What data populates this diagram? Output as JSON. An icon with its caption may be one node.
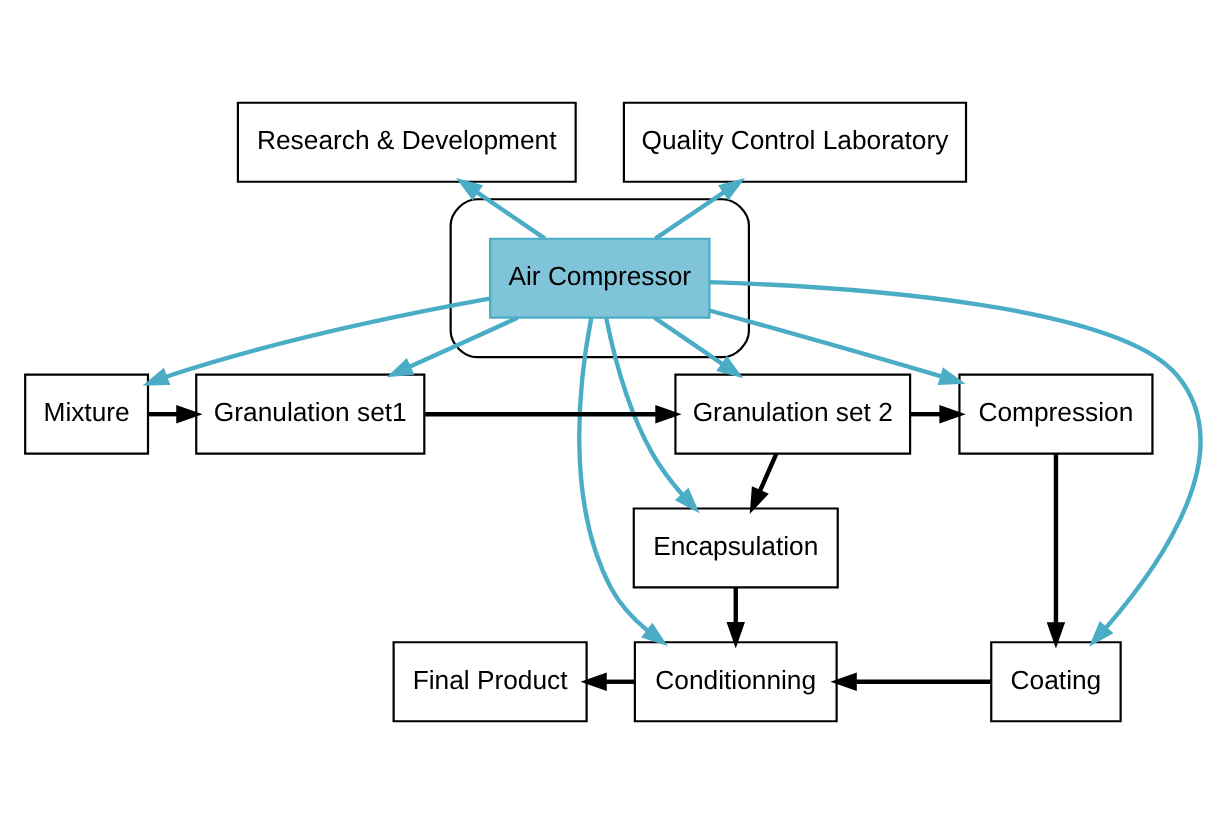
{
  "diagram": {
    "nodes": [
      {
        "text": [
          "Research & Development"
        ]
      },
      {
        "text": [
          "Quality Control Laboratory"
        ]
      },
      {
        "text": [],
        "shape": "ellipse"
      },
      {
        "text": [
          "Air Compressor"
        ],
        "in": 2
      },
      {
        "text": [
          "Mixture"
        ]
      },
      {
        "text": [
          "Granulation set1"
        ]
      },
      {
        "text": [
          "Granulation set 2"
        ]
      },
      {
        "text": [
          "Compression"
        ]
      },
      {
        "text": [
          "Encapsulation"
        ]
      },
      {
        "text": [
          "Final Product"
        ]
      },
      {
        "text": [
          "Conditionning"
        ]
      },
      {
        "text": [
          "Coating"
        ]
      }
    ],
    "edges": [
      {
        "from": 3,
        "to": 0,
        "arrow": "to",
        "color": "#4bacc6"
      },
      {
        "from": 3,
        "to": 1,
        "arrow": "to",
        "color": "#4bacc6"
      },
      {
        "from": 3,
        "to": 4,
        "arrow": "to",
        "color": "#4bacc6"
      },
      {
        "from": 3,
        "to": 5,
        "arrow": "to",
        "color": "#4bacc6"
      },
      {
        "from": 3,
        "to": 6,
        "arrow": "to",
        "color": "#4bacc6"
      },
      {
        "from": 3,
        "to": 7,
        "arrow": "to",
        "color": "#4bacc6"
      },
      {
        "from": 3,
        "to": 8,
        "arrow": "to",
        "color": "#4bacc6"
      },
      {
        "from": 3,
        "to": 10,
        "arrow": "to",
        "color": "#4bacc6"
      },
      {
        "from": 3,
        "to": 11,
        "arrow": "to",
        "color": "#4bacc6"
      },
      {
        "from": 4,
        "to": 5,
        "arrow": "to",
        "color": "#000000"
      },
      {
        "from": 5,
        "to": 6,
        "arrow": "to",
        "color": "#000000"
      },
      {
        "from": 6,
        "to": 7,
        "arrow": "to",
        "color": "#000000"
      },
      {
        "from": 6,
        "to": 8,
        "arrow": "to",
        "color": "#000000"
      },
      {
        "from": 7,
        "to": 11,
        "arrow": "to",
        "color": "#000000"
      },
      {
        "from": 8,
        "to": 10,
        "arrow": "to",
        "color": "#000000"
      },
      {
        "from": 11,
        "to": 10,
        "arrow": "to",
        "color": "#000000"
      },
      {
        "from": 10,
        "to": 9,
        "arrow": "to",
        "color": "#000000"
      }
    ]
  }
}
